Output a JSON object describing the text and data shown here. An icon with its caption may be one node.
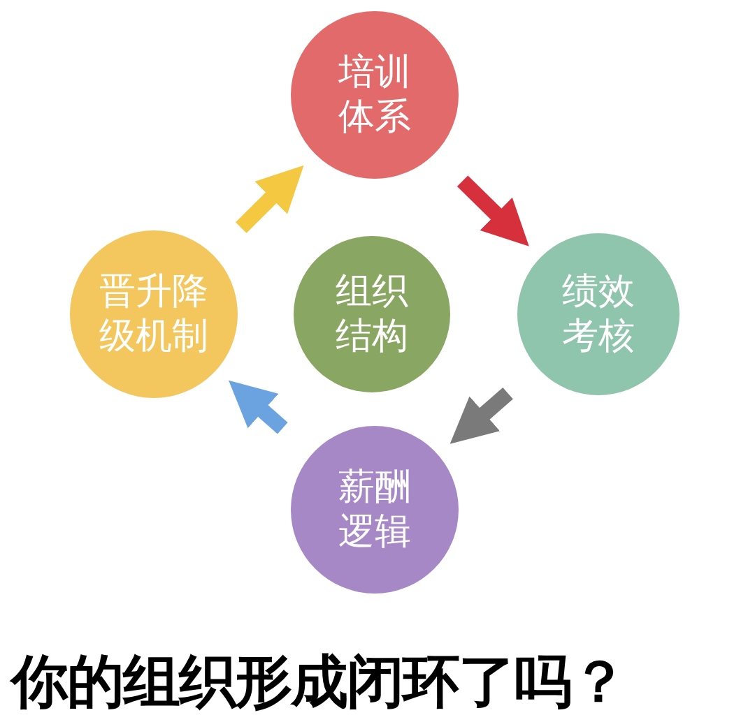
{
  "diagram": {
    "caption": "你的组织形成闭环了吗？",
    "nodes": [
      {
        "text": [
          "培训体系"
        ]
      },
      {
        "text": [
          "晋升降级机制"
        ]
      },
      {
        "text": [
          "组织结构"
        ]
      },
      {
        "text": [
          "绩效考核"
        ]
      },
      {
        "text": [
          "薪酬逻辑"
        ]
      }
    ],
    "edges": [
      {
        "from": 0,
        "to": 3,
        "arrow": "to",
        "color": "#d7303d"
      },
      {
        "from": 3,
        "to": 4,
        "arrow": "to",
        "color": "#7a7a7a"
      },
      {
        "from": 4,
        "to": 1,
        "arrow": "to",
        "color": "#6aa3e0"
      },
      {
        "from": 1,
        "to": 0,
        "arrow": "to",
        "color": "#f5c842"
      }
    ]
  }
}
